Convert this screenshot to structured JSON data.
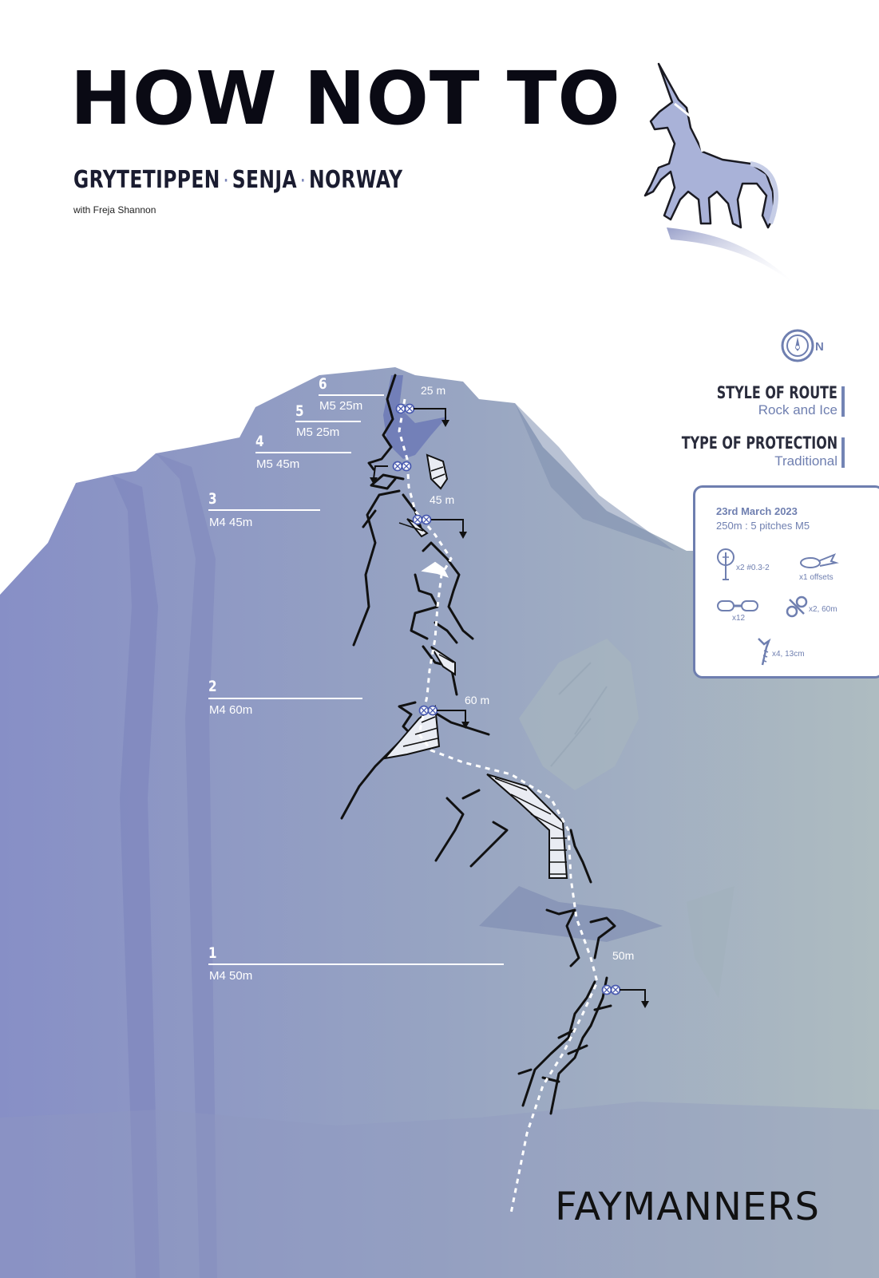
{
  "title": "HOW NOT TO",
  "subtitle": {
    "parts": [
      "GRYTETIPPEN",
      "SENJA",
      "NORWAY"
    ],
    "separator": "·"
  },
  "credit": "with Freja Shannon",
  "pitches": [
    {
      "number": "6",
      "grade": "M5  25m"
    },
    {
      "number": "5",
      "grade": "M5  25m"
    },
    {
      "number": "4",
      "grade": "M5  45m"
    },
    {
      "number": "3",
      "grade": "M4  45m"
    },
    {
      "number": "2",
      "grade": "M4  60m"
    },
    {
      "number": "1",
      "grade": "M4  50m"
    }
  ],
  "anchors": [
    "25 m",
    "45 m",
    "60 m",
    "50m"
  ],
  "compass": {
    "label": "N",
    "icon": "compass-icon"
  },
  "info": {
    "style": {
      "heading": "STYLE OF ROUTE",
      "value": "Rock and Ice"
    },
    "protection": {
      "heading": "TYPE OF PROTECTION",
      "value": "Traditional"
    }
  },
  "gear_card": {
    "date": "23rd  March 2023",
    "summary": "250m : 5 pitches  M5",
    "items": [
      {
        "icon": "cam-icon",
        "label": "x2 #0.3-2"
      },
      {
        "icon": "nut-icon",
        "label": "x1 offsets"
      },
      {
        "icon": "quickdraw-icon",
        "label": "x12"
      },
      {
        "icon": "rope-icon",
        "label": "x2, 60m"
      },
      {
        "icon": "ice-screw-icon",
        "label": "x4, 13cm"
      }
    ]
  },
  "brand": "FAYMANNERS",
  "colors": {
    "mountain_left": "#8791c8",
    "mountain_right": "#aebdc2",
    "accent": "#6f7fb0",
    "bolt": "#4a5bb0"
  }
}
